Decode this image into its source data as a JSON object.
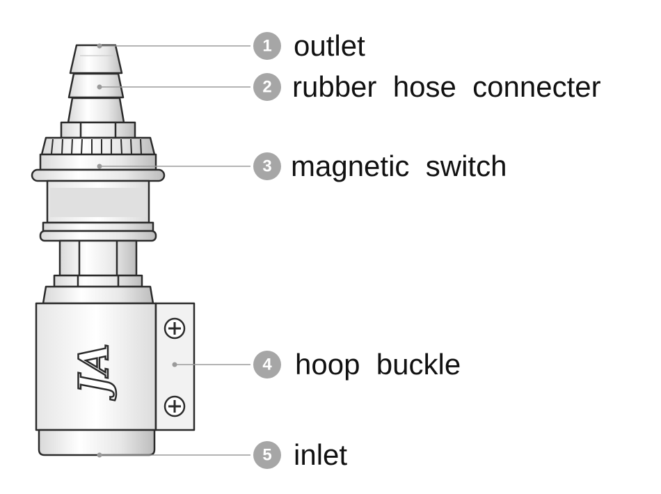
{
  "logo_text": "JA",
  "colors": {
    "background": "#ffffff",
    "outline": "#2a2a2a",
    "leader_line": "#9a9a9a",
    "badge": "#a6a6a6",
    "label": "#111111"
  },
  "callouts": [
    {
      "number": "1",
      "label": "outlet"
    },
    {
      "number": "2",
      "label": "rubber  hose  connecter"
    },
    {
      "number": "3",
      "label": "magnetic  switch"
    },
    {
      "number": "4",
      "label": "hoop  buckle"
    },
    {
      "number": "5",
      "label": "inlet"
    }
  ]
}
